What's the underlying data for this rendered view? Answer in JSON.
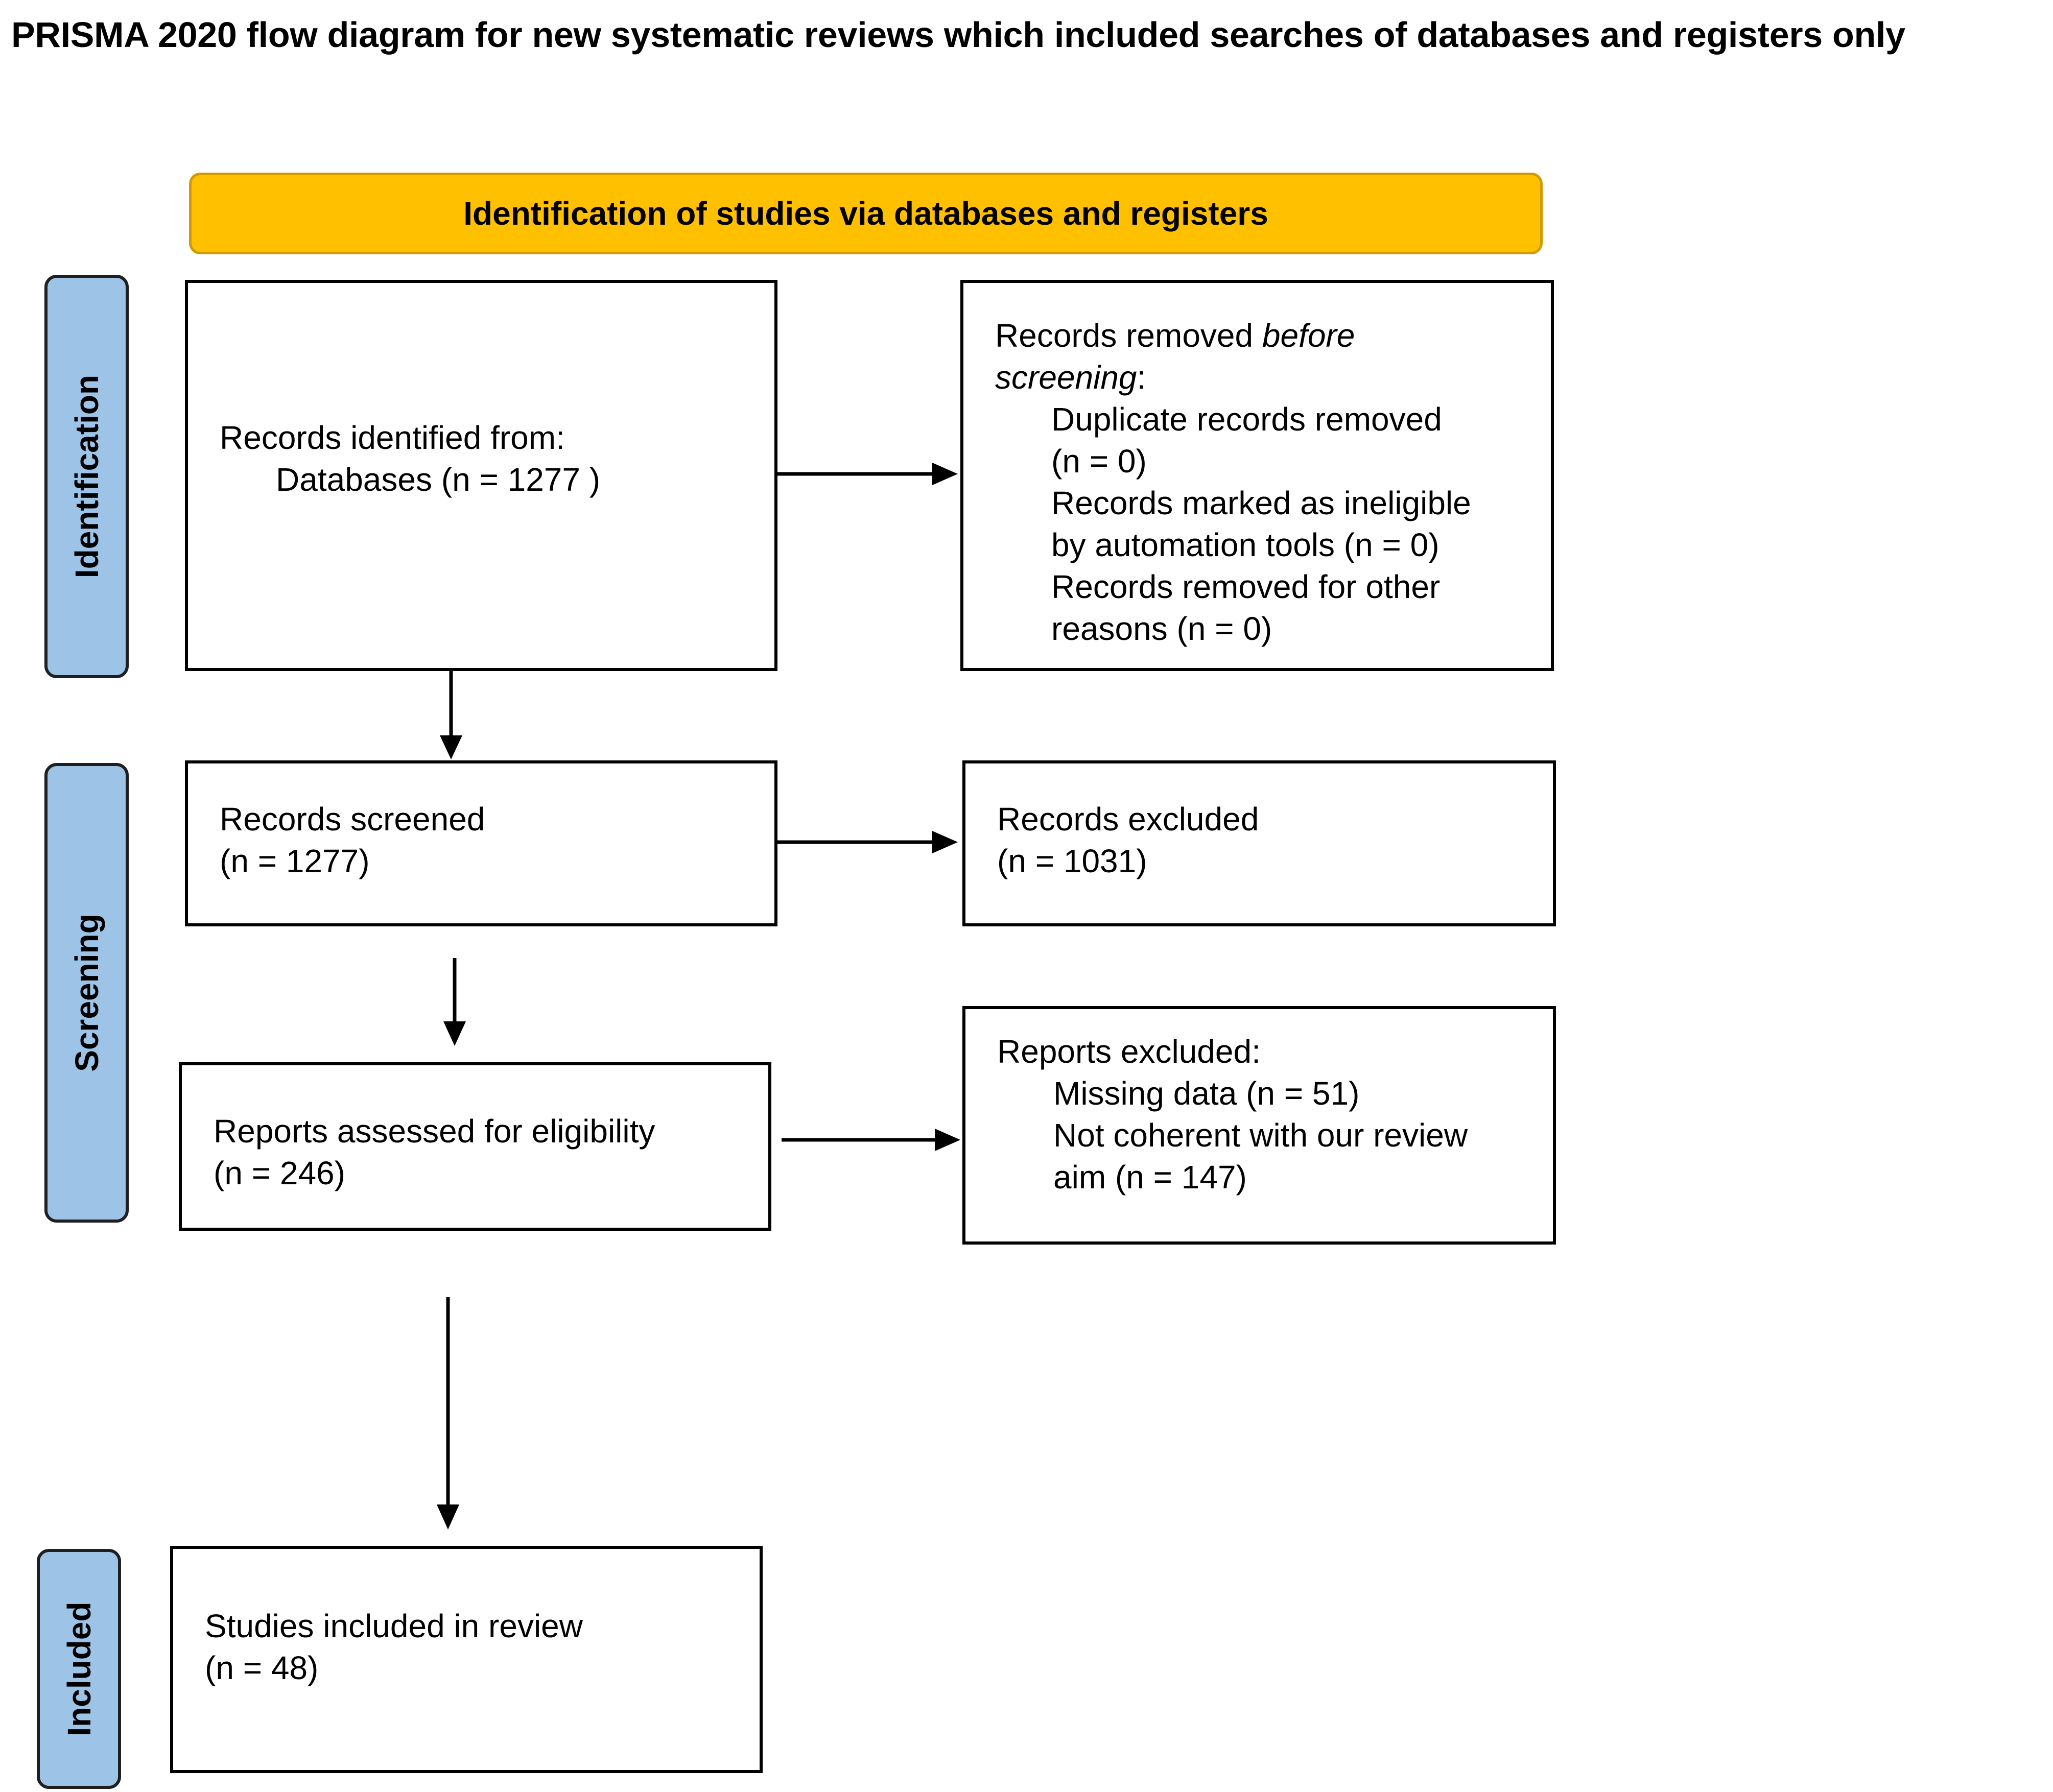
{
  "title": "PRISMA 2020 flow diagram for new systematic reviews which included searches of databases and registers only",
  "header": "Identification of studies via databases and registers",
  "stages": {
    "identification": "Identification",
    "screening": "Screening",
    "included": "Included"
  },
  "boxes": {
    "records_identified": {
      "line1": "Records identified from:",
      "line2": "Databases (n = 1277 )"
    },
    "records_removed": {
      "line1_a": "Records removed ",
      "line1_b": "before",
      "line2_a": "screening",
      "line2_b": ":",
      "line3": "Duplicate records removed",
      "line4": "(n = 0)",
      "line5": "Records marked as ineligible",
      "line6": "by automation tools (n = 0)",
      "line7": "Records removed for other",
      "line8": "reasons (n = 0)"
    },
    "records_screened": {
      "line1": "Records screened",
      "line2": "(n = 1277)"
    },
    "records_excluded": {
      "line1": "Records excluded",
      "line2": "(n = 1031)"
    },
    "reports_assessed": {
      "line1": "Reports assessed for eligibility",
      "line2": "(n = 246)"
    },
    "reports_excluded": {
      "line1": "Reports excluded:",
      "line2": "Missing data (n = 51)",
      "line3": "Not coherent with our review",
      "line4": "aim (n = 147)"
    },
    "studies_included": {
      "line1": "Studies included in review",
      "line2": "(n = 48)"
    }
  }
}
